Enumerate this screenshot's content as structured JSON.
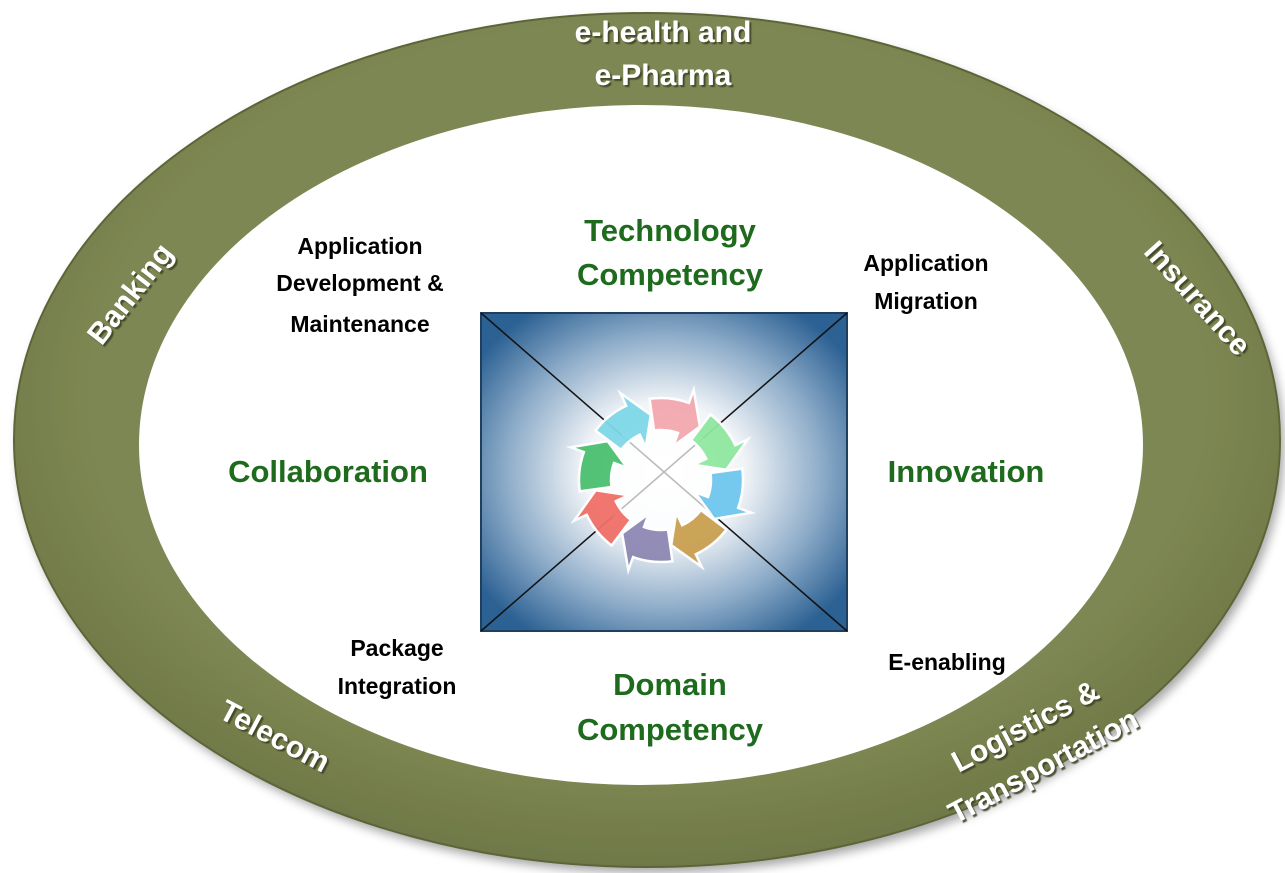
{
  "colors": {
    "ring": "#7d8752",
    "ring_shadow": "#4f5730",
    "competency_text": "#1e6b1e",
    "service_text": "#000000",
    "square_edge": "#2c6193",
    "square_center": "#ffffff"
  },
  "ring_labels": {
    "top": [
      "e-health and",
      "e-Pharma"
    ],
    "upper_left": "Banking",
    "upper_right": "Insurance",
    "lower_left": "Telecom",
    "lower_right": [
      "Logistics &",
      "Transportation"
    ]
  },
  "competencies": {
    "top": [
      "Technology",
      "Competency"
    ],
    "bottom": [
      "Domain",
      "Competency"
    ],
    "left": "Collaboration",
    "right": "Innovation"
  },
  "services": {
    "top_left": [
      "Application",
      "Development &",
      "Maintenance"
    ],
    "top_right": [
      "Application",
      "Migration"
    ],
    "bottom_left": [
      "Package",
      "Integration"
    ],
    "bottom_right": "E-enabling"
  },
  "cycle_icon": {
    "icon": "cycle-arrows-icon",
    "arrow_colors": [
      "#f4a8b0",
      "#8fe8a0",
      "#6fc6ee",
      "#c9a050",
      "#8e88b4",
      "#f07068",
      "#4cc070",
      "#7fd8e8"
    ]
  }
}
